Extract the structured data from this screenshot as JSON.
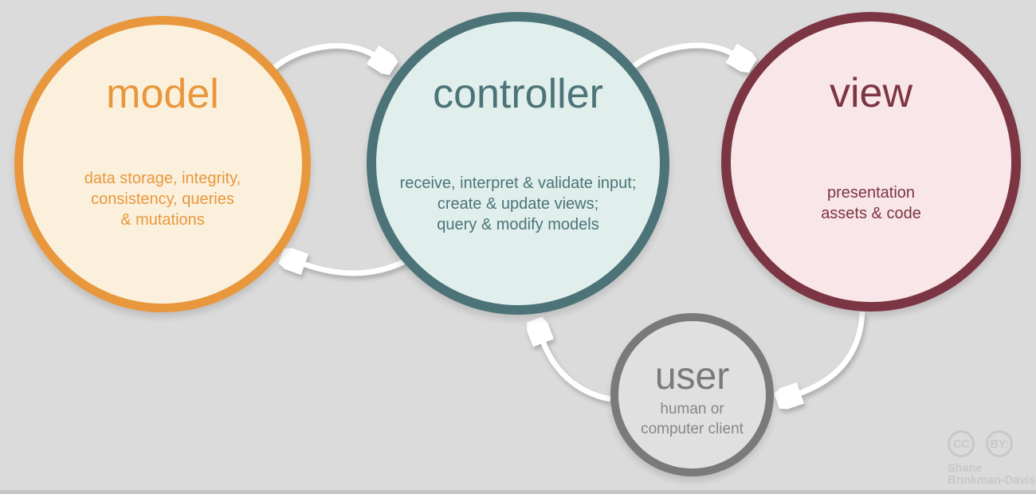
{
  "nodes": {
    "model": {
      "title": "model",
      "description": "data storage, integrity,\nconsistency, queries\n& mutations",
      "border_color": "#e8973d",
      "fill_color": "#fbf0db",
      "text_color": "#e8973d"
    },
    "controller": {
      "title": "controller",
      "description": "receive, interpret & validate input;\ncreate & update views;\nquery & modify models",
      "border_color": "#4c7478",
      "fill_color": "#e0eeec",
      "text_color": "#4c7478"
    },
    "view": {
      "title": "view",
      "description": "presentation\nassets & code",
      "border_color": "#7c3543",
      "fill_color": "#f9e6e9",
      "text_color": "#7c3543"
    },
    "user": {
      "title": "user",
      "description": "human or\ncomputer client",
      "border_color": "#7a7a7a",
      "fill_color": "#e0e0e0",
      "text_color": "#7a7a7a"
    }
  },
  "edges": [
    {
      "from": "model",
      "to": "controller"
    },
    {
      "from": "controller",
      "to": "view"
    },
    {
      "from": "controller",
      "to": "model"
    },
    {
      "from": "view",
      "to": "user"
    },
    {
      "from": "user",
      "to": "controller"
    }
  ],
  "attribution": {
    "badges": [
      "CC",
      "BY:"
    ],
    "author": "Shane\nBrinkman-Davis"
  },
  "colors": {
    "background": "#dbdbdb",
    "arrow": "#ffffff",
    "watermark": "#c8c8c8",
    "bottom_strip": "#c6c6c6"
  }
}
